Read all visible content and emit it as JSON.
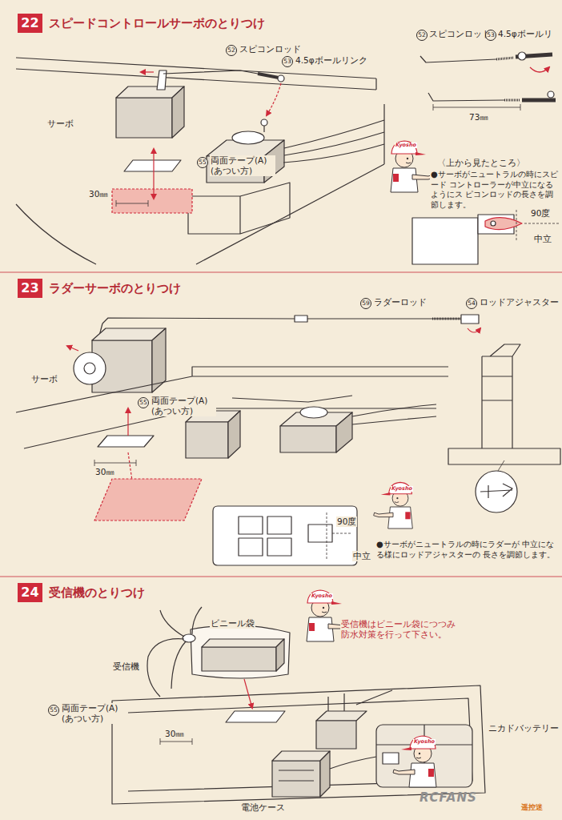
{
  "diagram": {
    "nodes": [
      {
        "text": [
          "22",
          "スピードコントロールサーボのとりつけ"
        ]
      },
      {
        "text": [
          "23",
          "ラダーサーボのとりつけ"
        ]
      },
      {
        "text": [
          "24",
          "受信機のとりつけ"
        ]
      }
    ],
    "labels": [
      "52",
      "スピコンロッド",
      "53",
      "4.5φボールリンク",
      "サーボ",
      "55",
      "両面テープ(A) (あつい方)",
      "30㎜",
      "52",
      "スピコンロッド",
      "53",
      "4.5φボールリ",
      "73㎜",
      "Kyosho",
      "〈上から見たところ〉",
      "●サーボがニュートラルの時にスピード コントローラーが中立になるようにス ピコンロッドの長さを調節します。",
      "90度",
      "中立",
      "59",
      "ラダーロッド",
      "54",
      "ロッドアジャスター",
      "サーボ",
      "55",
      "両面テープ(A) (あつい方)",
      "30㎜",
      "90度",
      "中立",
      "Kyosho",
      "●サーボがニュートラルの時にラダーが 中立になる様にロッドアジャスターの 長さを調節します。",
      "ビニール袋",
      "受信機",
      "Kyosho",
      "受信機はビニール袋につつみ 防水対策を行って下さい。",
      "55",
      "両面テープ(A) (あつい方)",
      "30㎜",
      "ニカドバッテリー",
      "電池ケース",
      "Kyosho",
      "RCFANS",
      "遥控迷"
    ]
  }
}
